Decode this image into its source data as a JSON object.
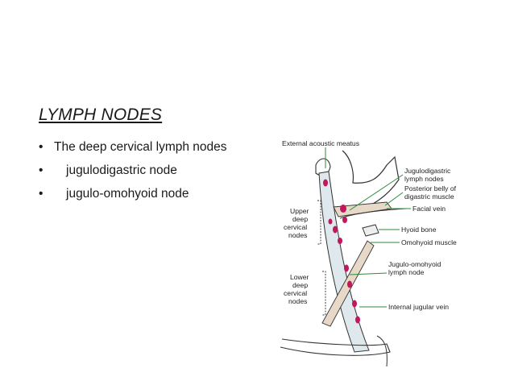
{
  "slide": {
    "title": "LYMPH NODES",
    "bullets": [
      {
        "marker": "•",
        "text": "The deep cervical lymph nodes"
      },
      {
        "marker": "•",
        "text": "jugulodigastric node"
      },
      {
        "marker": "•",
        "text": "jugulo-omohyoid node"
      }
    ]
  },
  "diagram": {
    "labels": {
      "external_acoustic_meatus": "External acoustic meatus",
      "jugulodigastric_1": "Jugulodigastric",
      "jugulodigastric_2": "lymph nodes",
      "posterior_belly_1": "Posterior belly of",
      "posterior_belly_2": "digastric muscle",
      "facial_vein": "Facial vein",
      "hyoid_bone": "Hyoid bone",
      "omohyoid_muscle": "Omohyoid muscle",
      "jugulo_omohyoid_1": "Jugulo-omohyoid",
      "jugulo_omohyoid_2": "lymph node",
      "internal_jugular_vein": "Internal jugular vein",
      "upper_1": "Upper",
      "upper_2": "deep",
      "upper_3": "cervical",
      "upper_4": "nodes",
      "lower_1": "Lower",
      "lower_2": "deep",
      "lower_3": "cervical",
      "lower_4": "nodes"
    },
    "colors": {
      "node": "#c2185b",
      "vein_fill": "#dfe8ec",
      "leader": "#2e8b3a",
      "outline": "#333333"
    }
  }
}
